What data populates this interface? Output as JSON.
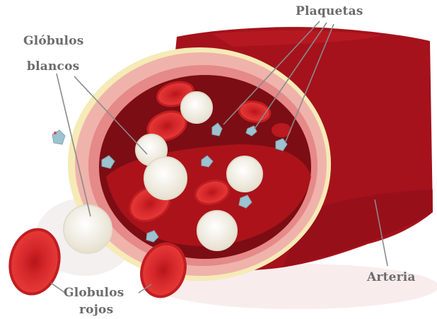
{
  "labels": {
    "plaquetas": "Plaquetas",
    "globulos_blancos_line1": "Glóbulos",
    "globulos_blancos_line2": "blancos",
    "arteria": "Arteria",
    "globulos_rojos_line1": "Globulos",
    "globulos_rojos_line2": "rojos"
  },
  "colors": {
    "artery_wall": "#a5121c",
    "artery_inner": "#7c0d14",
    "cut_rim_pink": "#efb3ab",
    "cut_rim_cream": "#f6eab7",
    "red_blood_cell": "#d8262a",
    "white_blood_cell": "#f1ede2",
    "platelet": "#9cc3cf",
    "label_text": "#6b6b6b",
    "leader_line": "#8a8a8a"
  }
}
